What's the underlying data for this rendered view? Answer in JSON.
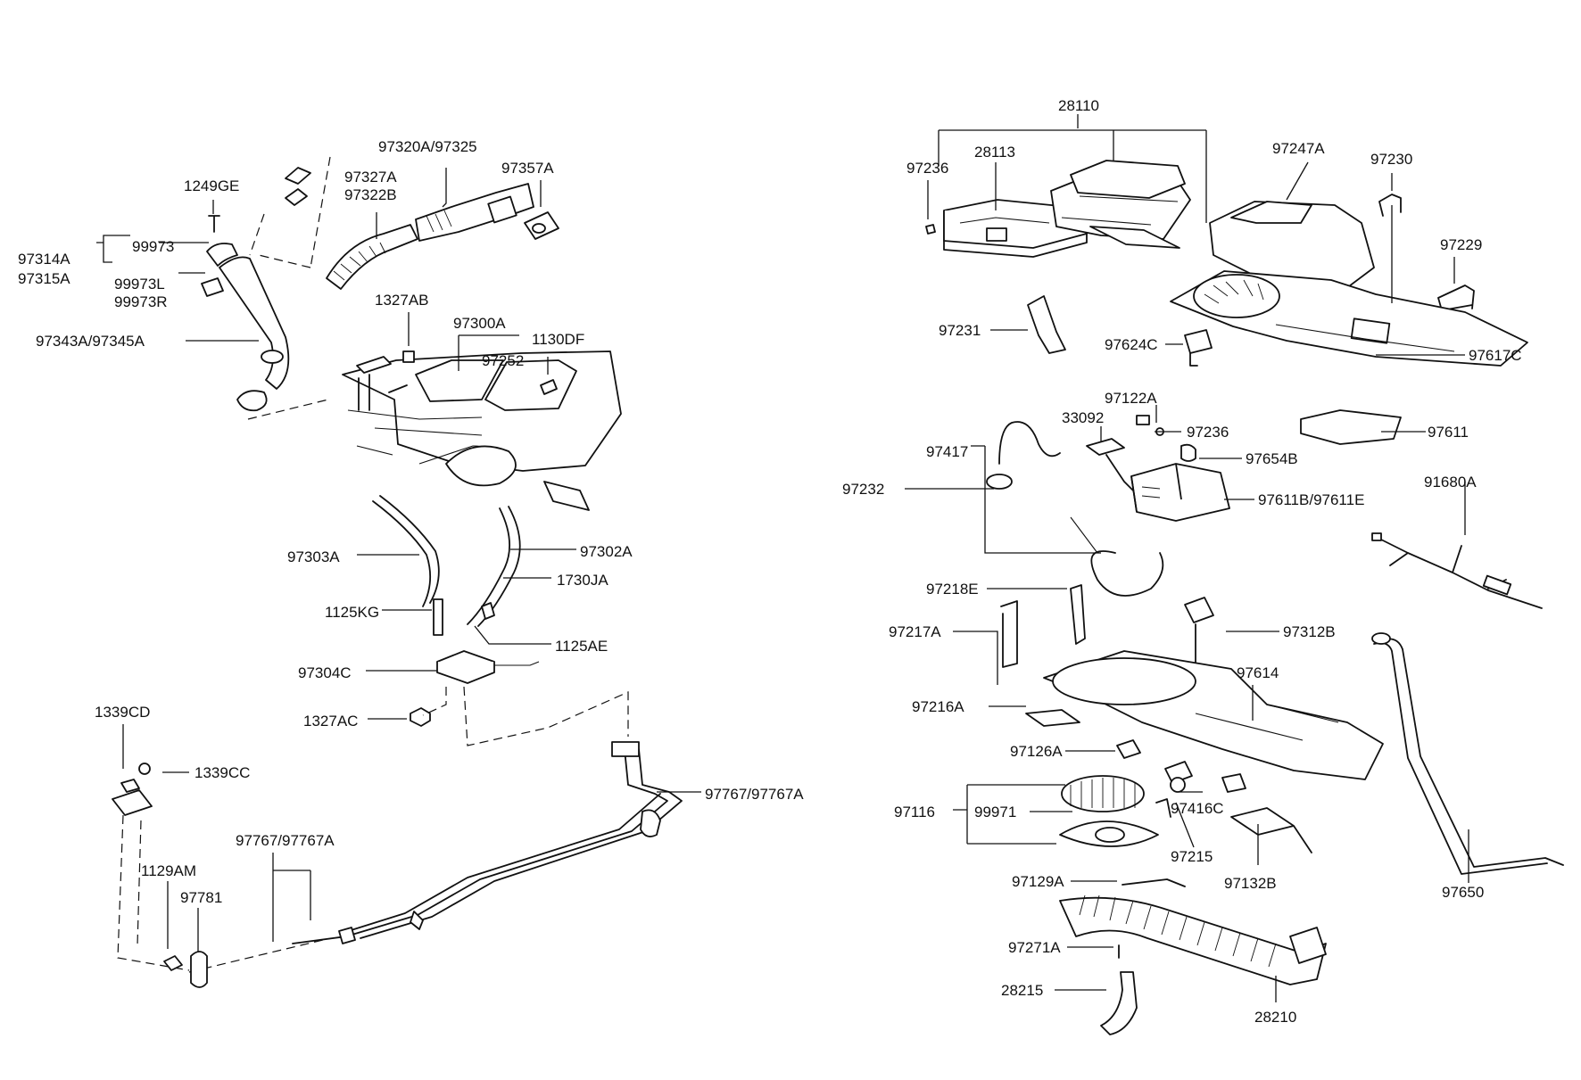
{
  "diagram": {
    "type": "exploded-parts-diagram",
    "subject": "heater / blower unit assembly",
    "labels": [
      {
        "id": "L1249GE",
        "text": "1249GE"
      },
      {
        "id": "L97314A",
        "text": "97314A"
      },
      {
        "id": "L97315A",
        "text": "97315A"
      },
      {
        "id": "L99973",
        "text": "99973"
      },
      {
        "id": "L99973L",
        "text": "99973L"
      },
      {
        "id": "L99973R",
        "text": "99973R"
      },
      {
        "id": "L97343A",
        "text": "97343A/97345A"
      },
      {
        "id": "L97320A",
        "text": "97320A/97325"
      },
      {
        "id": "L97327A",
        "text": "97327A"
      },
      {
        "id": "L97322B",
        "text": "97322B"
      },
      {
        "id": "L97357A",
        "text": "97357A"
      },
      {
        "id": "L1327AB",
        "text": "1327AB"
      },
      {
        "id": "L97300A",
        "text": "97300A"
      },
      {
        "id": "L97252",
        "text": "97252"
      },
      {
        "id": "L1130DF",
        "text": "1130DF"
      },
      {
        "id": "L97303A",
        "text": "97303A"
      },
      {
        "id": "L97302A",
        "text": "97302A"
      },
      {
        "id": "L1730JA",
        "text": "1730JA"
      },
      {
        "id": "L1125KG",
        "text": "1125KG"
      },
      {
        "id": "L1125AE",
        "text": "1125AE"
      },
      {
        "id": "L97304C",
        "text": "97304C"
      },
      {
        "id": "L1327AC",
        "text": "1327AC"
      },
      {
        "id": "L1339CD",
        "text": "1339CD"
      },
      {
        "id": "L1339CC",
        "text": "1339CC"
      },
      {
        "id": "L97767b",
        "text": "97767/97767A"
      },
      {
        "id": "L97767a",
        "text": "97767/97767A"
      },
      {
        "id": "L1129AM",
        "text": "1129AM"
      },
      {
        "id": "L97781",
        "text": "97781"
      },
      {
        "id": "L28110",
        "text": "28110"
      },
      {
        "id": "L28113",
        "text": "28113"
      },
      {
        "id": "L97236a",
        "text": "97236"
      },
      {
        "id": "L97247A",
        "text": "97247A"
      },
      {
        "id": "L97230",
        "text": "97230"
      },
      {
        "id": "L97229",
        "text": "97229"
      },
      {
        "id": "L97231",
        "text": "97231"
      },
      {
        "id": "L97624C",
        "text": "97624C"
      },
      {
        "id": "L97617C",
        "text": "97617C"
      },
      {
        "id": "L97122A",
        "text": "97122A"
      },
      {
        "id": "L33092",
        "text": "33092"
      },
      {
        "id": "L97236b",
        "text": "97236"
      },
      {
        "id": "L97611",
        "text": "97611"
      },
      {
        "id": "L97417",
        "text": "97417"
      },
      {
        "id": "L97654B",
        "text": "97654B"
      },
      {
        "id": "L97232",
        "text": "97232"
      },
      {
        "id": "L97611B",
        "text": "97611B/97611E"
      },
      {
        "id": "L91680A",
        "text": "91680A"
      },
      {
        "id": "L97218E",
        "text": "97218E"
      },
      {
        "id": "L97217A",
        "text": "97217A"
      },
      {
        "id": "L97312B",
        "text": "97312B"
      },
      {
        "id": "L97614",
        "text": "97614"
      },
      {
        "id": "L97216A",
        "text": "97216A"
      },
      {
        "id": "L97126A",
        "text": "97126A"
      },
      {
        "id": "L97116",
        "text": "97116"
      },
      {
        "id": "L99971",
        "text": "99971"
      },
      {
        "id": "L97416C",
        "text": "97416C"
      },
      {
        "id": "L97215",
        "text": "97215"
      },
      {
        "id": "L97132B",
        "text": "97132B"
      },
      {
        "id": "L97650",
        "text": "97650"
      },
      {
        "id": "L97129A",
        "text": "97129A"
      },
      {
        "id": "L97271A",
        "text": "97271A"
      },
      {
        "id": "L28215",
        "text": "28215"
      },
      {
        "id": "L28210",
        "text": "28210"
      }
    ]
  }
}
